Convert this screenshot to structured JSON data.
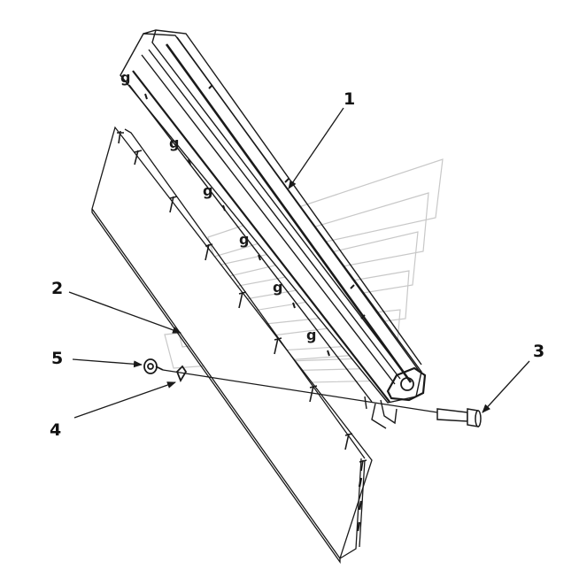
{
  "diagram": {
    "callouts": [
      {
        "id": "1",
        "label": "1"
      },
      {
        "id": "2",
        "label": "2"
      },
      {
        "id": "3",
        "label": "3"
      },
      {
        "id": "4",
        "label": "4"
      },
      {
        "id": "5",
        "label": "5"
      }
    ]
  },
  "colors": {
    "line": "#1a1a1a",
    "watermark": "#c8c8c8",
    "background": "#ffffff"
  }
}
